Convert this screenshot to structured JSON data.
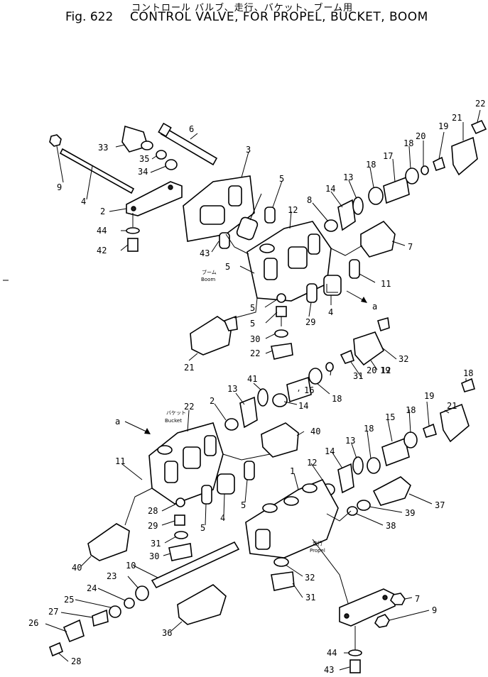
{
  "header": {
    "japanese_title": "コントロール バルブ、走行、バケット、ブーム用",
    "fig_label": "Fig. 622",
    "title": "CONTROL VALVE, FOR PROPEL, BUCKET, BOOM"
  },
  "section_labels": {
    "boom_jp": "ブーム",
    "boom": "Boom",
    "bucket_jp": "バケット",
    "bucket": "Bucket",
    "propel_jp": "走行",
    "propel": "Propel"
  },
  "arrow_labels": {
    "a_upper": "a",
    "a_lower": "a"
  },
  "callouts": [
    {
      "n": "22"
    },
    {
      "n": "21"
    },
    {
      "n": "6"
    },
    {
      "n": "19"
    },
    {
      "n": "20"
    },
    {
      "n": "33"
    },
    {
      "n": "18"
    },
    {
      "n": "17"
    },
    {
      "n": "35"
    },
    {
      "n": "3"
    },
    {
      "n": "18"
    },
    {
      "n": "34"
    },
    {
      "n": "9"
    },
    {
      "n": "13"
    },
    {
      "n": "5"
    },
    {
      "n": "14"
    },
    {
      "n": "4"
    },
    {
      "n": "8"
    },
    {
      "n": "12"
    },
    {
      "n": "2"
    },
    {
      "n": "7"
    },
    {
      "n": "44"
    },
    {
      "n": "42"
    },
    {
      "n": "43"
    },
    {
      "n": "5"
    },
    {
      "n": "11"
    },
    {
      "n": "5"
    },
    {
      "n": "29"
    },
    {
      "n": "4"
    },
    {
      "n": "5"
    },
    {
      "n": "30"
    },
    {
      "n": "32"
    },
    {
      "n": "22"
    },
    {
      "n": "31"
    },
    {
      "n": "20"
    },
    {
      "n": "19"
    },
    {
      "n": "21"
    },
    {
      "n": "41"
    },
    {
      "n": "13"
    },
    {
      "n": "14"
    },
    {
      "n": "18"
    },
    {
      "n": "16"
    },
    {
      "n": "18"
    },
    {
      "n": "22"
    },
    {
      "n": "2"
    },
    {
      "n": "12"
    },
    {
      "n": "21"
    },
    {
      "n": "19"
    },
    {
      "n": "40"
    },
    {
      "n": "18"
    },
    {
      "n": "15"
    },
    {
      "n": "18"
    },
    {
      "n": "11"
    },
    {
      "n": "13"
    },
    {
      "n": "14"
    },
    {
      "n": "12"
    },
    {
      "n": "1"
    },
    {
      "n": "5"
    },
    {
      "n": "4"
    },
    {
      "n": "5"
    },
    {
      "n": "28"
    },
    {
      "n": "37"
    },
    {
      "n": "29"
    },
    {
      "n": "39"
    },
    {
      "n": "38"
    },
    {
      "n": "31"
    },
    {
      "n": "30"
    },
    {
      "n": "40"
    },
    {
      "n": "10"
    },
    {
      "n": "32"
    },
    {
      "n": "23"
    },
    {
      "n": "24"
    },
    {
      "n": "31"
    },
    {
      "n": "25"
    },
    {
      "n": "7"
    },
    {
      "n": "27"
    },
    {
      "n": "36"
    },
    {
      "n": "9"
    },
    {
      "n": "26"
    },
    {
      "n": "44"
    },
    {
      "n": "28"
    },
    {
      "n": "43"
    }
  ]
}
